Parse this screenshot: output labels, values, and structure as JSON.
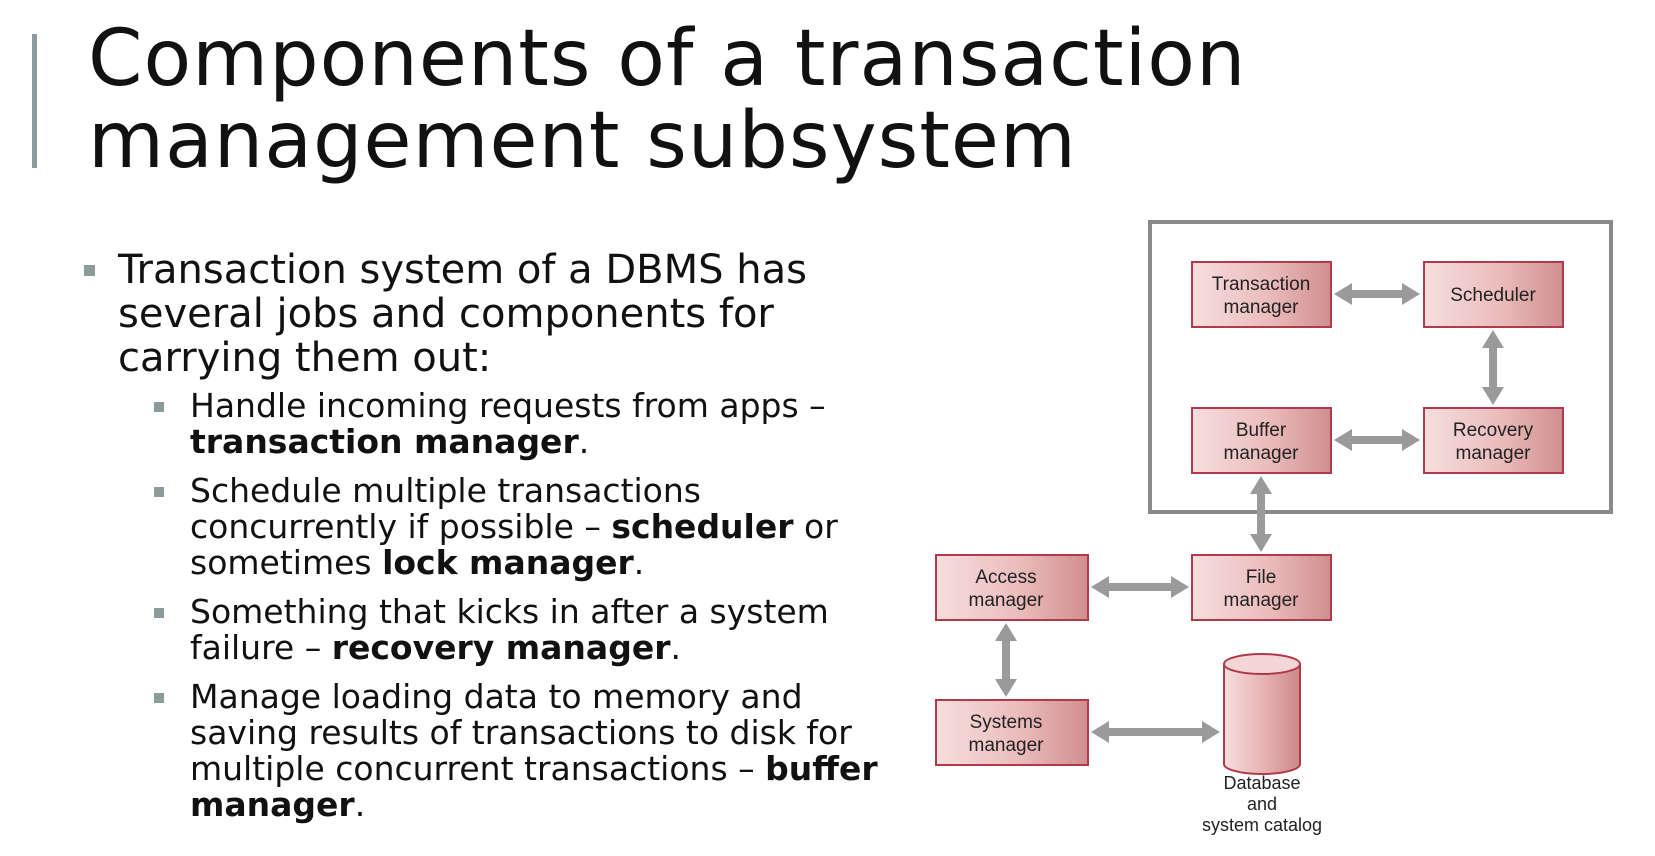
{
  "slide": {
    "title_line1": "Components of a transaction",
    "title_line2": "management subsystem"
  },
  "intro": "Transaction system of a DBMS has several jobs and components for carrying them out:",
  "items": [
    {
      "text": "Handle incoming requests from apps – ",
      "bold": "transaction manager",
      "suffix": "."
    },
    {
      "text": "Schedule multiple transactions concurrently if possible – ",
      "bold": "scheduler",
      "middle": " or sometimes ",
      "bold2": "lock manager",
      "suffix": "."
    },
    {
      "text": "Something that kicks in after a system failure – ",
      "bold": "recovery manager",
      "suffix": "."
    },
    {
      "text": "Manage loading data to memory and saving results of transactions to disk for multiple concurrent transactions – ",
      "bold": "buffer manager",
      "suffix": "."
    }
  ],
  "diagram": {
    "transaction_manager": [
      "Transaction",
      "manager"
    ],
    "scheduler": [
      "Scheduler"
    ],
    "buffer_manager": [
      "Buffer",
      "manager"
    ],
    "recovery_manager": [
      "Recovery",
      "manager"
    ],
    "file_manager": [
      "File",
      "manager"
    ],
    "access_manager": [
      "Access",
      "manager"
    ],
    "systems_manager": [
      "Systems",
      "manager"
    ],
    "database": [
      "Database",
      "and",
      "system catalog"
    ]
  },
  "colors": {
    "box_fill_light": "#f6dede",
    "box_fill_dark": "#d08e8e",
    "box_stroke": "#b03a4a",
    "arrow": "#9a9a9a",
    "frame": "#8a8a8a",
    "bullet": "#8c9a9c"
  }
}
